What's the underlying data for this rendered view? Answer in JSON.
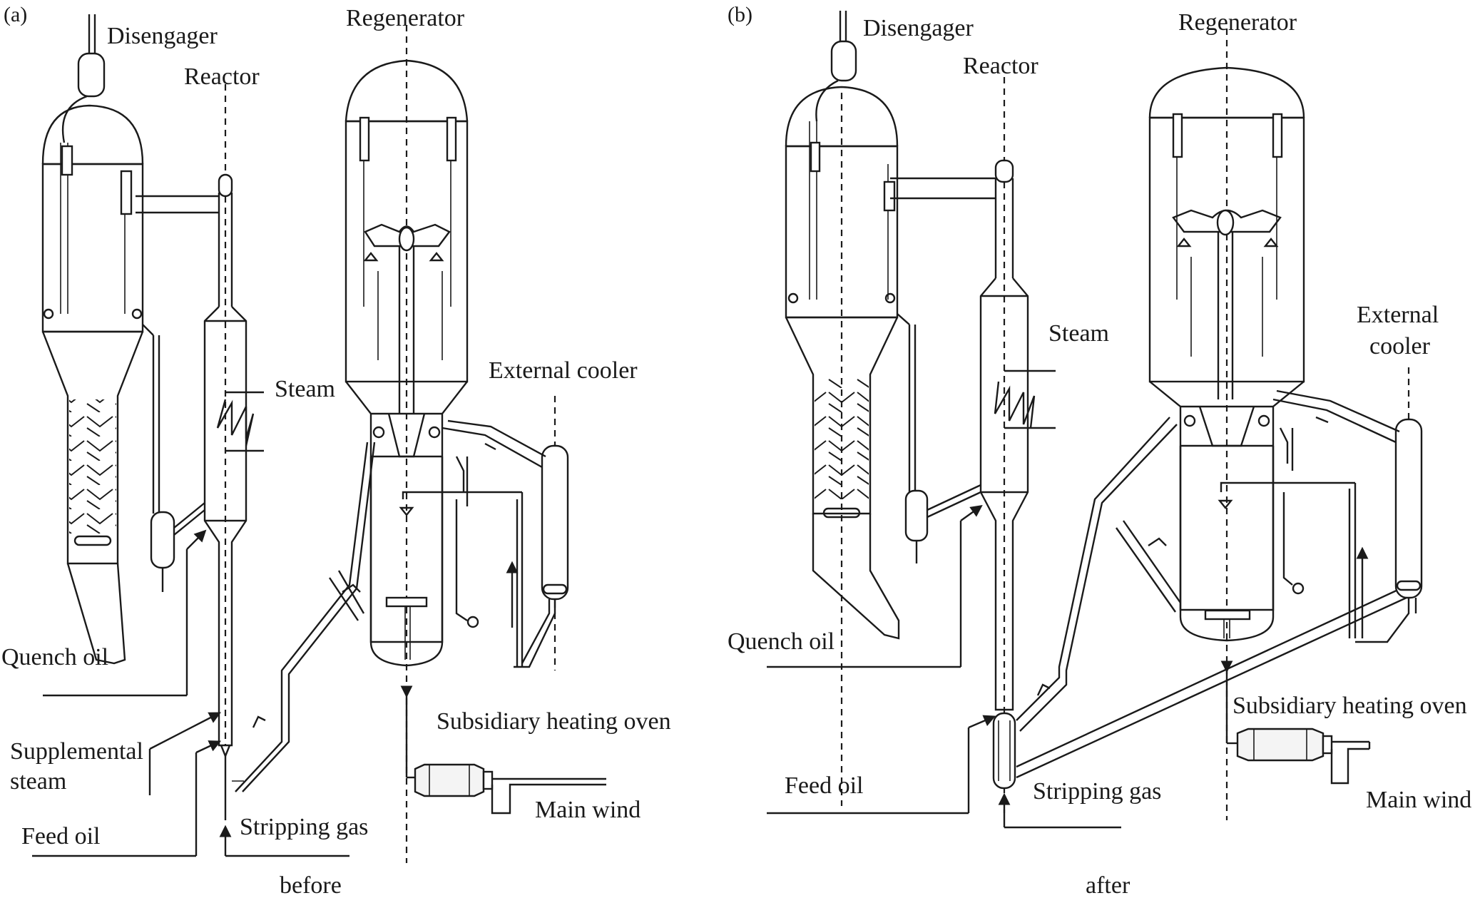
{
  "panel_a": {
    "tag": "(a)",
    "caption": "before",
    "labels": {
      "disengager": "Disengager",
      "reactor": "Reactor",
      "regenerator": "Regenerator",
      "steam": "Steam",
      "external_cooler": "External cooler",
      "quench_oil": "Quench oil",
      "supplemental_steam_line1": "Supplemental",
      "supplemental_steam_line2": "steam",
      "feed_oil": "Feed oil",
      "stripping_gas": "Stripping gas",
      "subsidiary_heating_oven": "Subsidiary heating oven",
      "main_wind": "Main wind"
    }
  },
  "panel_b": {
    "tag": "(b)",
    "caption": "after",
    "labels": {
      "disengager": "Disengager",
      "reactor": "Reactor",
      "regenerator": "Regenerator",
      "steam": "Steam",
      "external_cooler_line1": "External",
      "external_cooler_line2": "cooler",
      "quench_oil": "Quench oil",
      "feed_oil": "Feed oil",
      "stripping_gas": "Stripping gas",
      "subsidiary_heating_oven": "Subsidiary heating oven",
      "main_wind": "Main wind"
    }
  }
}
